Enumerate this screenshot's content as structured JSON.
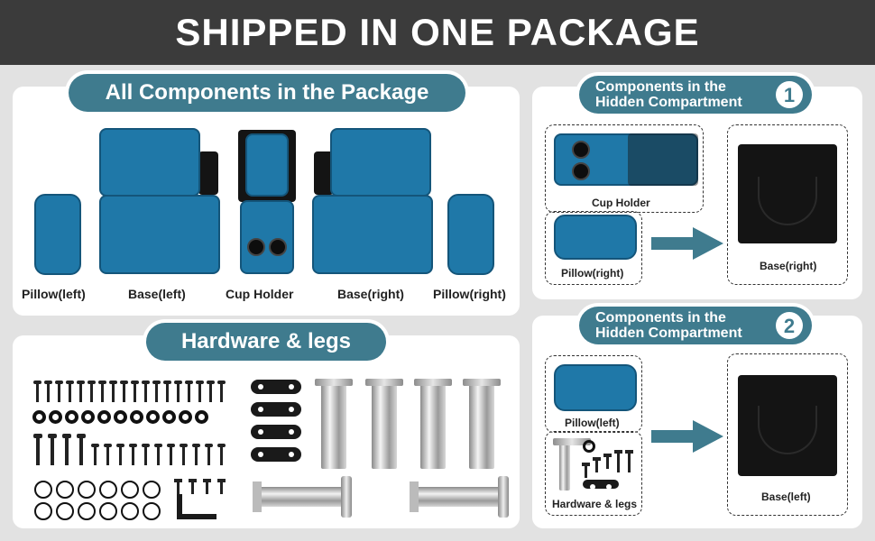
{
  "banner": {
    "title": "SHIPPED IN ONE PACKAGE"
  },
  "components": {
    "title": "All Components in the Package",
    "items": [
      "Pillow(left)",
      "Base(left)",
      "Cup Holder",
      "Base(right)",
      "Pillow(right)"
    ]
  },
  "hardware": {
    "title": "Hardware & legs"
  },
  "hidden1": {
    "title_line1": "Components in the",
    "title_line2": "Hidden Compartment",
    "number": "1",
    "items": [
      "Cup Holder",
      "Pillow(right)"
    ],
    "target": "Base(right)"
  },
  "hidden2": {
    "title_line1": "Components in the",
    "title_line2": "Hidden Compartment",
    "number": "2",
    "items": [
      "Pillow(left)",
      "Hardware & legs"
    ],
    "target": "Base(left)"
  },
  "icons": [
    "arrow-right-icon",
    "arrow-right-icon"
  ],
  "colors": {
    "banner": "#3b3b3b",
    "accent": "#3f7b8e",
    "upholstery": "#1f78a8",
    "background": "#e2e2e2"
  }
}
